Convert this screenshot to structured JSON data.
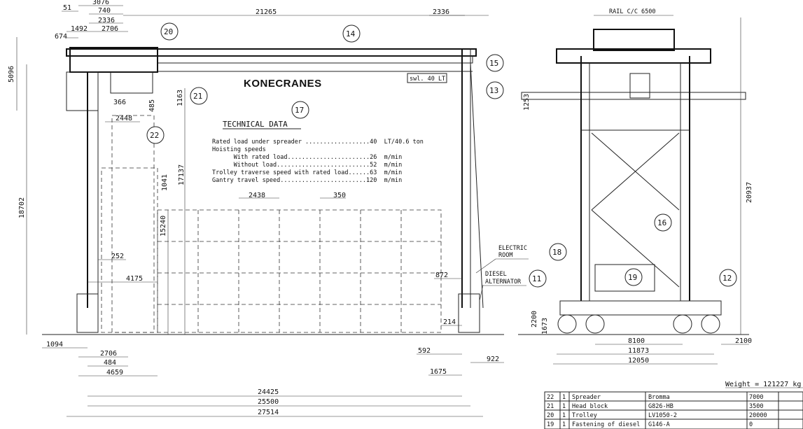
{
  "brand": "KONECRANES",
  "swl_plate": "swl. 40 LT",
  "technical_data": {
    "title": "TECHNICAL DATA",
    "lines": [
      "Rated load under spreader ..................40  LT/40.6 ton",
      "Hoisting speeds",
      "      With rated load.......................26  m/min",
      "      Without load..........................52  m/min",
      "Trolley traverse speed with rated load......63  m/min",
      "Gantry travel speed........................120  m/min"
    ]
  },
  "front_dims": {
    "d3076": "3076",
    "d51": "51",
    "d740": "740",
    "d2336a": "2336",
    "d1492": "1492",
    "d674": "674",
    "d2706a": "2706",
    "d21265": "21265",
    "d2336b": "2336",
    "d5096": "5096",
    "d366": "366",
    "d485": "485",
    "d1163": "1163",
    "d2448": "2448",
    "d18702": "18702",
    "d1041": "1041",
    "d17137": "17137",
    "d15240": "15240",
    "d2438": "2438",
    "d350": "350",
    "d252": "252",
    "d4175": "4175",
    "d872": "872",
    "d214": "214",
    "d1094": "1094",
    "d2706b": "2706",
    "d484": "484",
    "d4659": "4659",
    "d592": "592",
    "d922": "922",
    "d1675": "1675",
    "d24425": "24425",
    "d25500": "25500",
    "d27514": "27514"
  },
  "side_dims": {
    "rail": "RAIL C/C 6500",
    "d1253": "1253",
    "d20937": "20937",
    "d2200": "2200",
    "d1673": "1673",
    "d8100": "8100",
    "d11873": "11873",
    "d12050": "12050",
    "d2100": "2100"
  },
  "labels": {
    "electric_room": [
      "ELECTRIC",
      "ROOM"
    ],
    "diesel_alternator": [
      "DIESEL",
      "ALTERNATOR"
    ]
  },
  "balloons": {
    "b20": "20",
    "b14": "14",
    "b15": "15",
    "b13": "13",
    "b21": "21",
    "b17": "17",
    "b22": "22",
    "b16": "16",
    "b18": "18",
    "b19": "19",
    "b11": "11",
    "b12": "12"
  },
  "weight": "Weight = 121227 kg",
  "parts_table": {
    "rows": [
      [
        "22",
        "1",
        "Spreader",
        "Bromma",
        "7000"
      ],
      [
        "21",
        "1",
        "Head block",
        "G826-HB",
        "3500"
      ],
      [
        "20",
        "1",
        "Trolley",
        "LV1050-2",
        "20000"
      ],
      [
        "19",
        "1",
        "Fastening of diesel",
        "G146-A",
        "0"
      ]
    ]
  }
}
